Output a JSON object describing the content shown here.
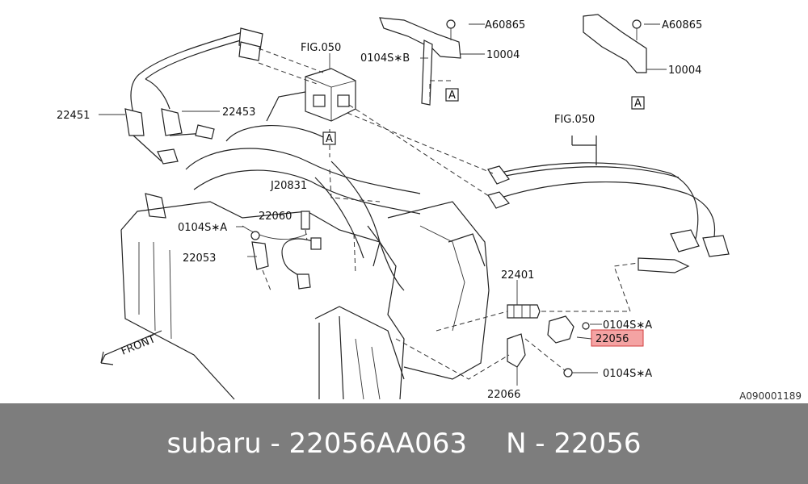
{
  "diagram": {
    "doc_code": "A090001189",
    "front_label": "FRONT",
    "highlight_color": "#f4a3a3",
    "labels": {
      "fig050_top": "FIG.050",
      "fig050_right": "FIG.050",
      "a60865_1": "A60865",
      "a60865_2": "A60865",
      "p10004_1": "10004",
      "p10004_2": "10004",
      "p0104s_b": "0104S∗B",
      "p22451": "22451",
      "p22453": "22453",
      "j20831": "J20831",
      "p0104s_a_left": "0104S∗A",
      "p22060": "22060",
      "p22053": "22053",
      "p22401": "22401",
      "p0104s_a_r1": "0104S∗A",
      "p22056": "22056",
      "p0104s_a_r2": "0104S∗A",
      "p22066": "22066",
      "ref_a": "A"
    }
  },
  "footer": {
    "brand_part": "subaru - 22056AA063",
    "short_part": "N - 22056",
    "background": "#7d7d7d"
  }
}
